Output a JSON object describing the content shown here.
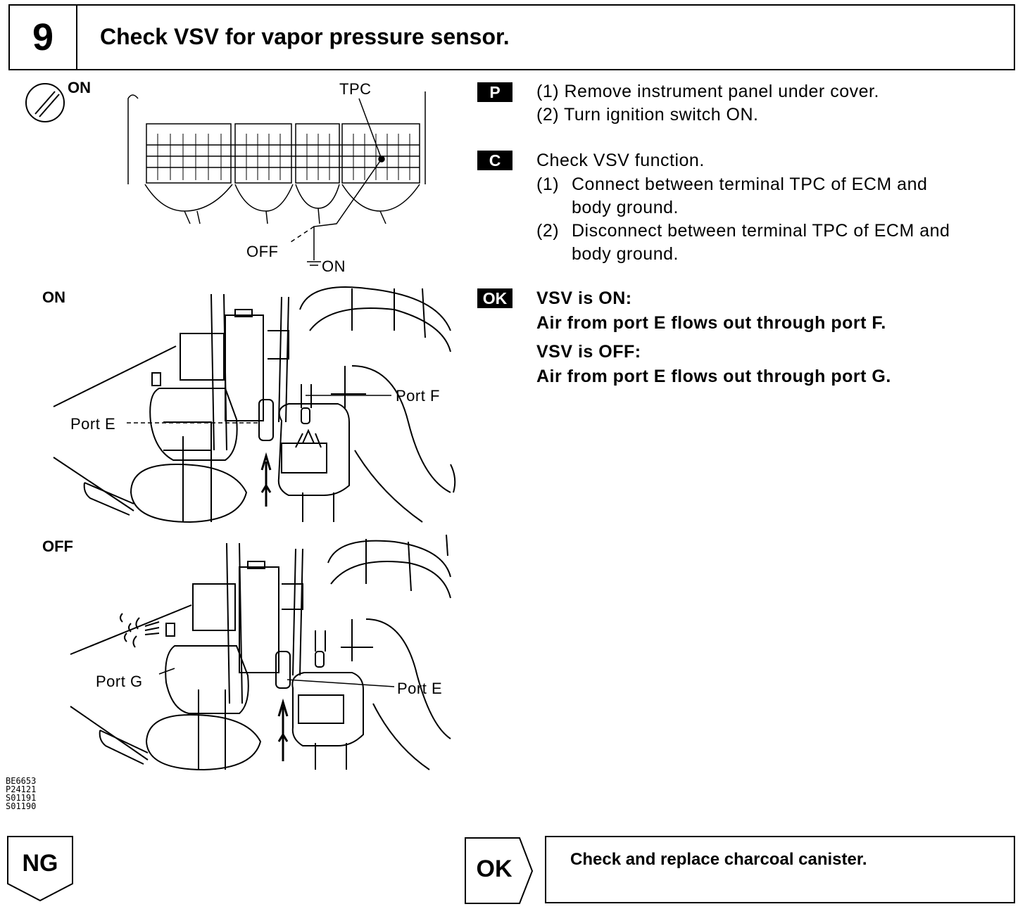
{
  "header": {
    "step": "9",
    "title": "Check VSV for vapor pressure sensor."
  },
  "figure": {
    "ignition_label": "ON",
    "tpc_label": "TPC",
    "off_label": "OFF",
    "on_ground_label": "ON",
    "on_view_label": "ON",
    "off_view_label": "OFF",
    "port_f": "Port F",
    "port_e_top": "Port E",
    "port_g": "Port G",
    "port_e_bottom": "Port E",
    "codes": [
      "BE6653",
      "P24121",
      "S01191",
      "S01190"
    ]
  },
  "steps": {
    "p_tag": "P",
    "p_lines": [
      "(1) Remove instrument panel under cover.",
      "(2) Turn ignition switch ON."
    ],
    "c_tag": "C",
    "c_title": "Check VSV function.",
    "c1_num": "(1)",
    "c1_line1": "Connect between terminal TPC of ECM and",
    "c1_line2": "body ground.",
    "c2_num": "(2)",
    "c2_line1": "Disconnect between terminal TPC of ECM and",
    "c2_line2": "body ground.",
    "ok_tag": "OK",
    "ok_on_title": "VSV is ON:",
    "ok_on_text": "Air from port E flows out through port F.",
    "ok_off_title": "VSV is OFF:",
    "ok_off_text": "Air from port E flows out through port G."
  },
  "outcomes": {
    "ng_label": "NG",
    "ok_label": "OK",
    "ok_action": "Check and replace charcoal canister."
  }
}
